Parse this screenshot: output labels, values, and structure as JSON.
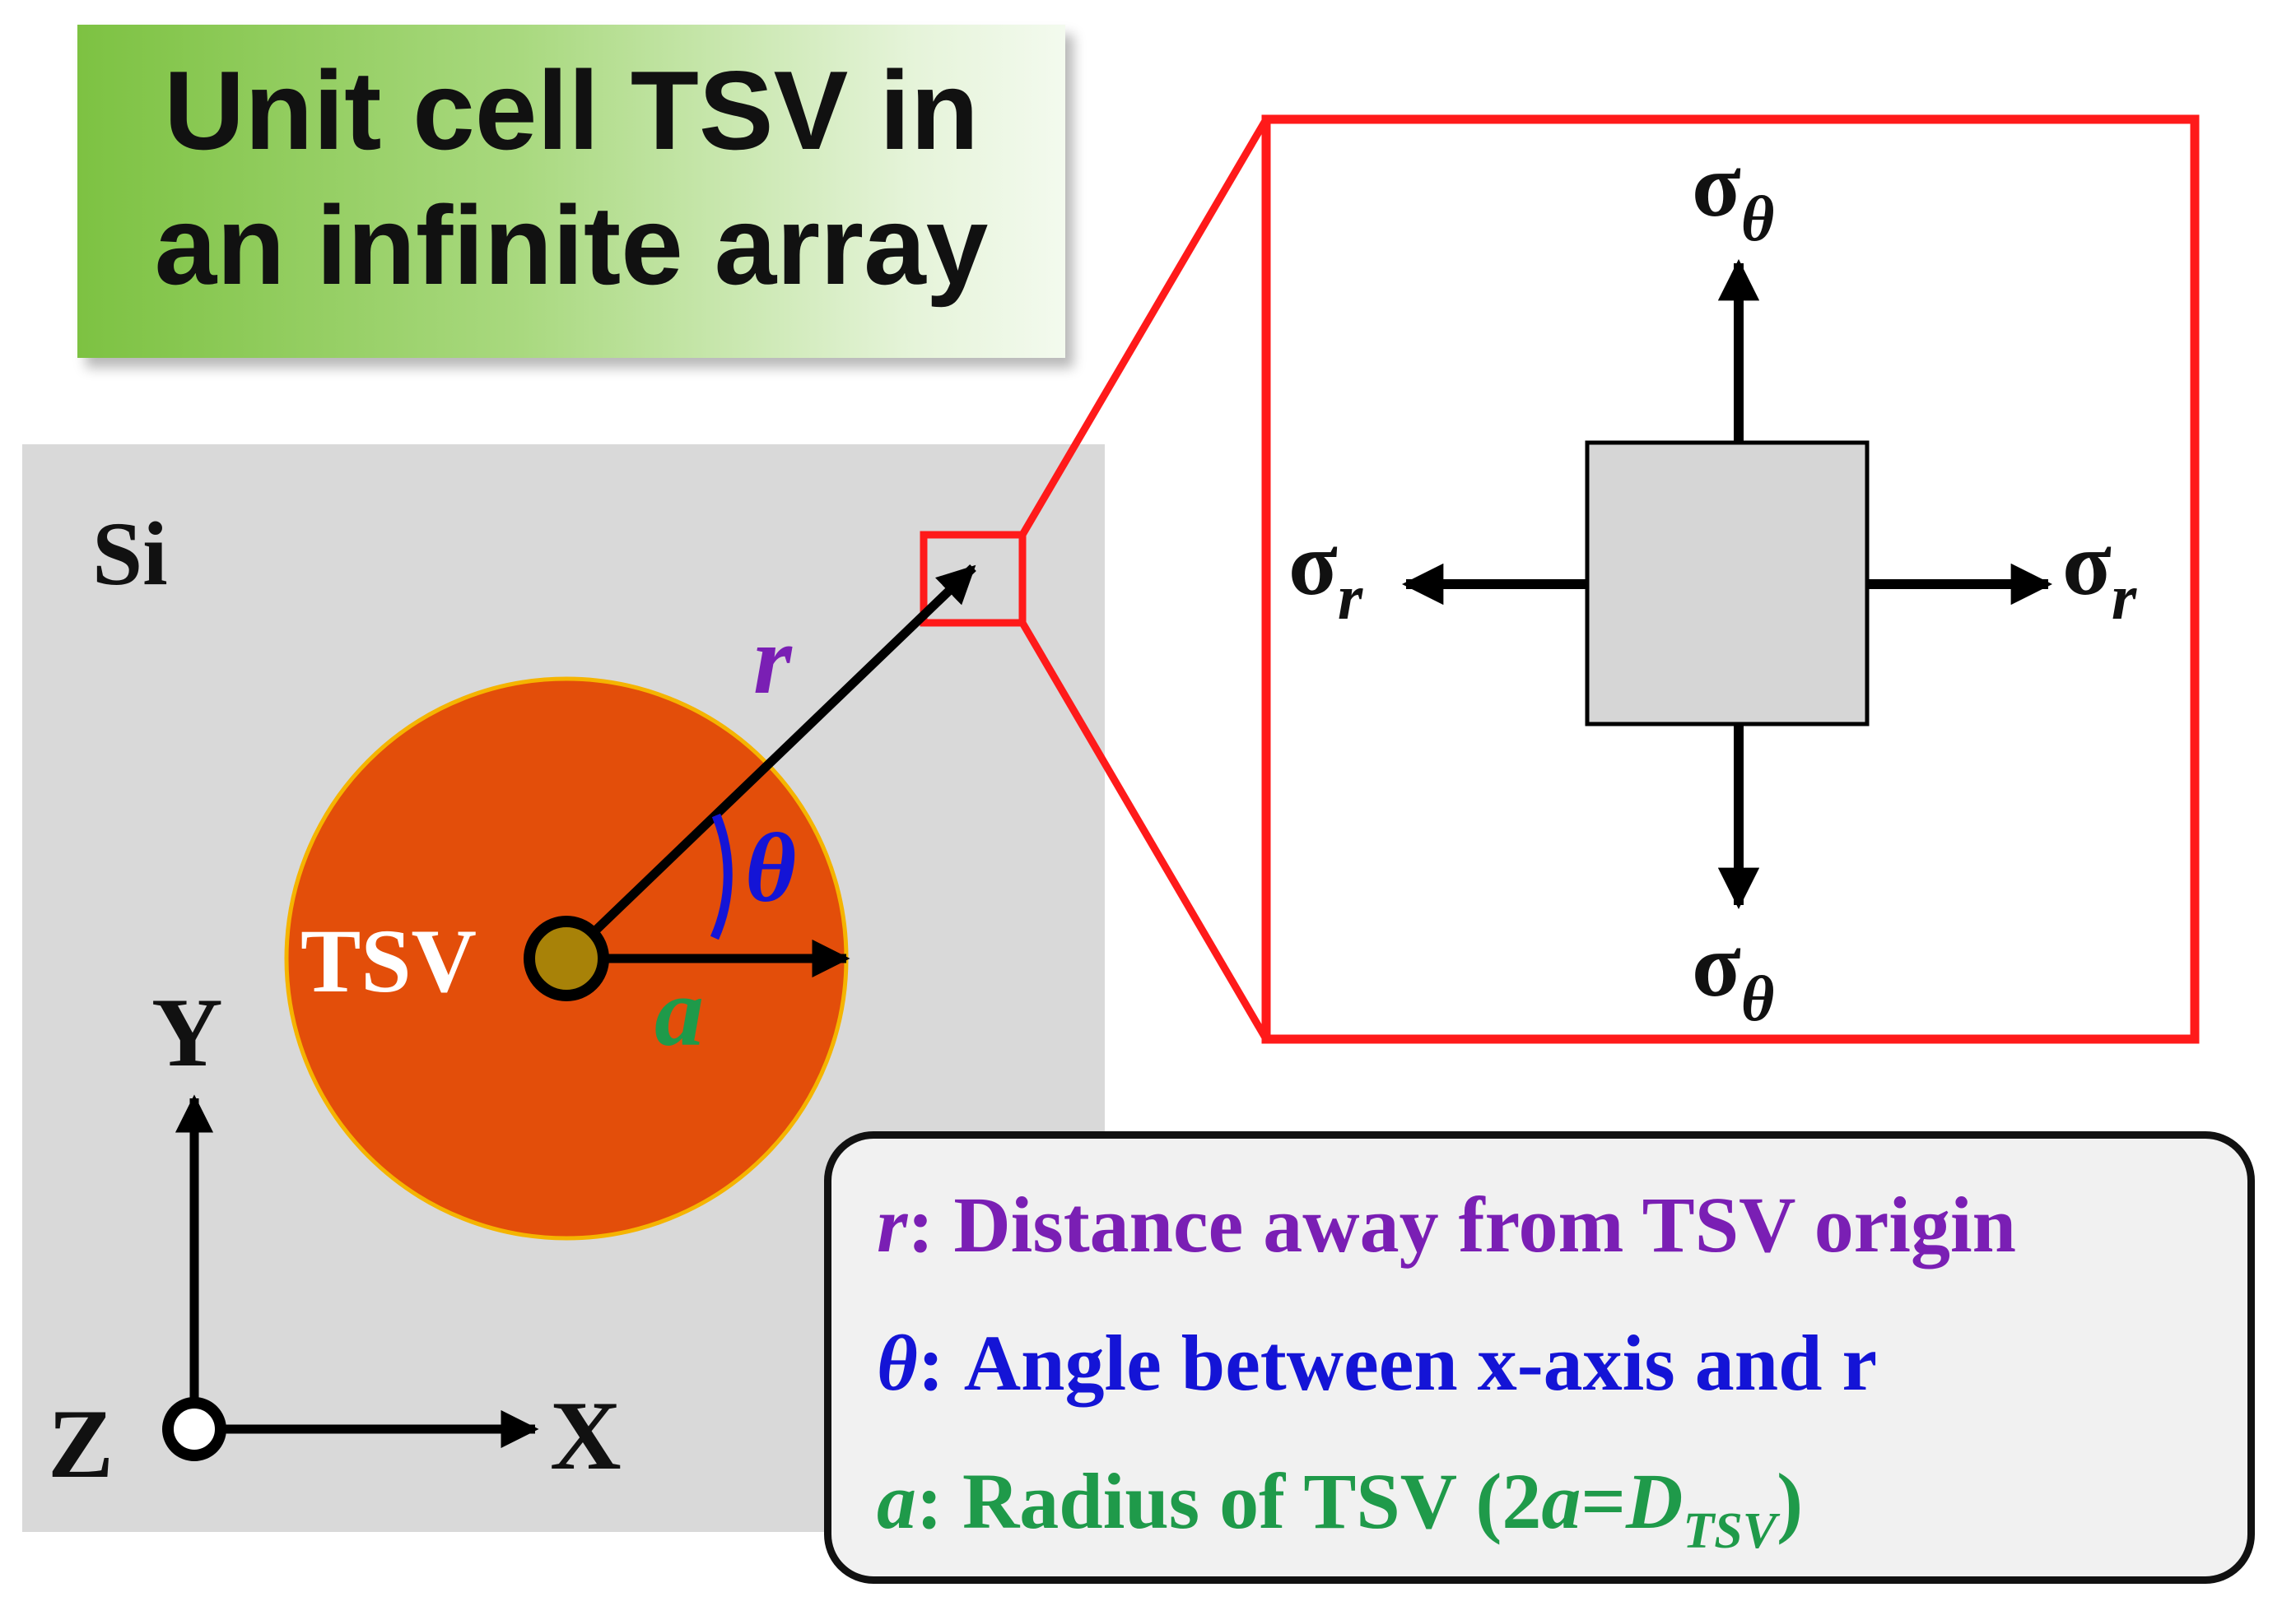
{
  "title": {
    "line1": "Unit cell TSV in",
    "line2": "an infinite array"
  },
  "labels": {
    "si": "Si",
    "tsv": "TSV",
    "r": "r",
    "theta": "θ",
    "a": "a",
    "axis_y": "Y",
    "axis_x": "X",
    "axis_z": "Z"
  },
  "stress": {
    "sigma": "σ",
    "theta_sub": "θ",
    "r_sub": "r"
  },
  "legend": {
    "r_symbol": "r",
    "r_text": ": Distance away from TSV origin",
    "theta_symbol": "θ",
    "theta_text": ": Angle between x-axis and r",
    "a_symbol": "a",
    "a_text_1": ": Radius of TSV (2",
    "a_text_a": "a",
    "a_text_eq": "=",
    "a_text_D": "D",
    "a_text_sub": "TSV",
    "a_text_close": ")"
  },
  "colors": {
    "silicon": "#d9d9d9",
    "tsv_fill": "#e34e0a",
    "tsv_outline": "#f5b400",
    "core": "#a88208",
    "zoom_red": "#ff1a1a",
    "r_purple": "#7a1fb4",
    "theta_blue": "#1414d6",
    "a_green": "#1f9a4a"
  }
}
